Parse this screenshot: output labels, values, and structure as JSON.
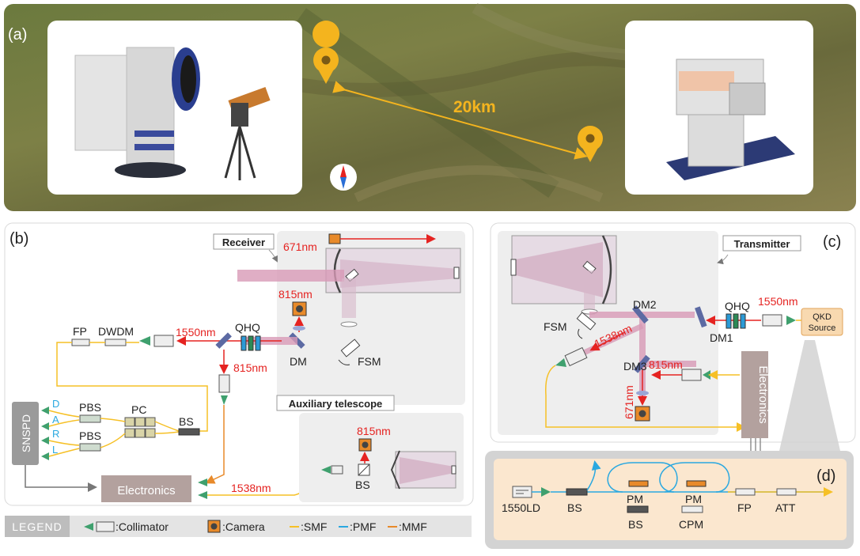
{
  "panel_a": {
    "label": "(a)",
    "distance": "20km"
  },
  "panel_b": {
    "label": "(b)",
    "receiver_title": "Receiver",
    "aux_title": "Auxiliary telescope",
    "wl_671": "671nm",
    "wl_815_camera": "815nm",
    "wl_1550": "1550nm",
    "wl_815_down": "815nm",
    "wl_815_aux": "815nm",
    "wl_1538": "1538nm",
    "fp": "FP",
    "dwdm": "DWDM",
    "qhq": "QHQ",
    "dm": "DM",
    "fsm": "FSM",
    "snspd": "SNSPD",
    "pbs1": "PBS",
    "pbs2": "PBS",
    "pc": "PC",
    "bs": "BS",
    "bs_aux": "BS",
    "electronics": "Electronics",
    "channels": [
      "D",
      "A",
      "R",
      "L"
    ]
  },
  "panel_c": {
    "label": "(c)",
    "transmitter_title": "Transmitter",
    "dm1": "DM1",
    "dm2": "DM2",
    "dm3": "DM3",
    "fsm": "FSM",
    "qhq": "QHQ",
    "wl_1550": "1550nm",
    "wl_1538": "1538nm",
    "wl_815": "815nm",
    "wl_671": "671nm",
    "qkd_line1": "QKD",
    "qkd_line2": "Source",
    "electronics": "Electronics"
  },
  "panel_d": {
    "label": "(d)",
    "ld": "1550LD",
    "bs1": "BS",
    "bs2": "BS",
    "pm1": "PM",
    "pm2": "PM",
    "cpm": "CPM",
    "fp": "FP",
    "att": "ATT"
  },
  "legend": {
    "title": "LEGEND",
    "collimator": ":Collimator",
    "camera": ":Camera",
    "smf": ":SMF",
    "pmf": ":PMF",
    "mmf": ":MMF"
  },
  "colors": {
    "red": "#e52321",
    "orange": "#e88a2a",
    "yellow": "#f6c026",
    "blue": "#2aa8e0",
    "green": "#3fa06e",
    "beam": "#d89ab6",
    "mirror": "#5c6aa3",
    "electronics": "#b3a19e",
    "qhq_blue": "#2b9ad6",
    "qhq_green": "#2c8a56"
  }
}
